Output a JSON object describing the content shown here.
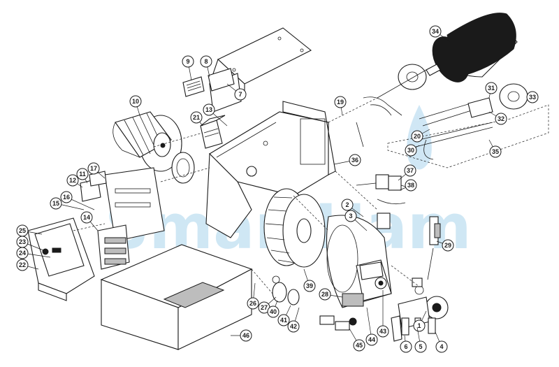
{
  "watermark": {
    "text": "SmartHam",
    "color": "#a9d4ec"
  },
  "part_numbers": [
    "1",
    "2",
    "3",
    "4",
    "5",
    "6",
    "7",
    "8",
    "9",
    "10",
    "11",
    "12",
    "13",
    "14",
    "15",
    "16",
    "17",
    "19",
    "20",
    "21",
    "22",
    "23",
    "24",
    "25",
    "26",
    "27",
    "28",
    "29",
    "30",
    "31",
    "32",
    "33",
    "34",
    "35",
    "36",
    "37",
    "38",
    "39",
    "40",
    "41",
    "42",
    "43",
    "44",
    "45",
    "46"
  ],
  "colors": {
    "line": "#1a1a1a",
    "background": "#ffffff",
    "fill_shade": "#bdbdbd"
  }
}
